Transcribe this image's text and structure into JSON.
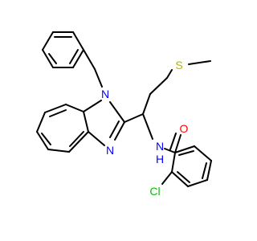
{
  "molecule": {
    "atoms": {
      "n_imidazole_1": {
        "label": "N",
        "color": "#0000ff"
      },
      "n_imidazole_3": {
        "label": "N",
        "color": "#0000ff"
      },
      "n_amide": {
        "label": "N",
        "color": "#0000ff"
      },
      "h_amide": {
        "label": "H",
        "color": "#0000ff"
      },
      "o_carbonyl": {
        "label": "O",
        "color": "#ff0000"
      },
      "s_thioether": {
        "label": "S",
        "color": "#b5b500"
      },
      "cl": {
        "label": "Cl",
        "color": "#00c000"
      }
    },
    "bond_color": "#000000",
    "background": "#ffffff"
  }
}
